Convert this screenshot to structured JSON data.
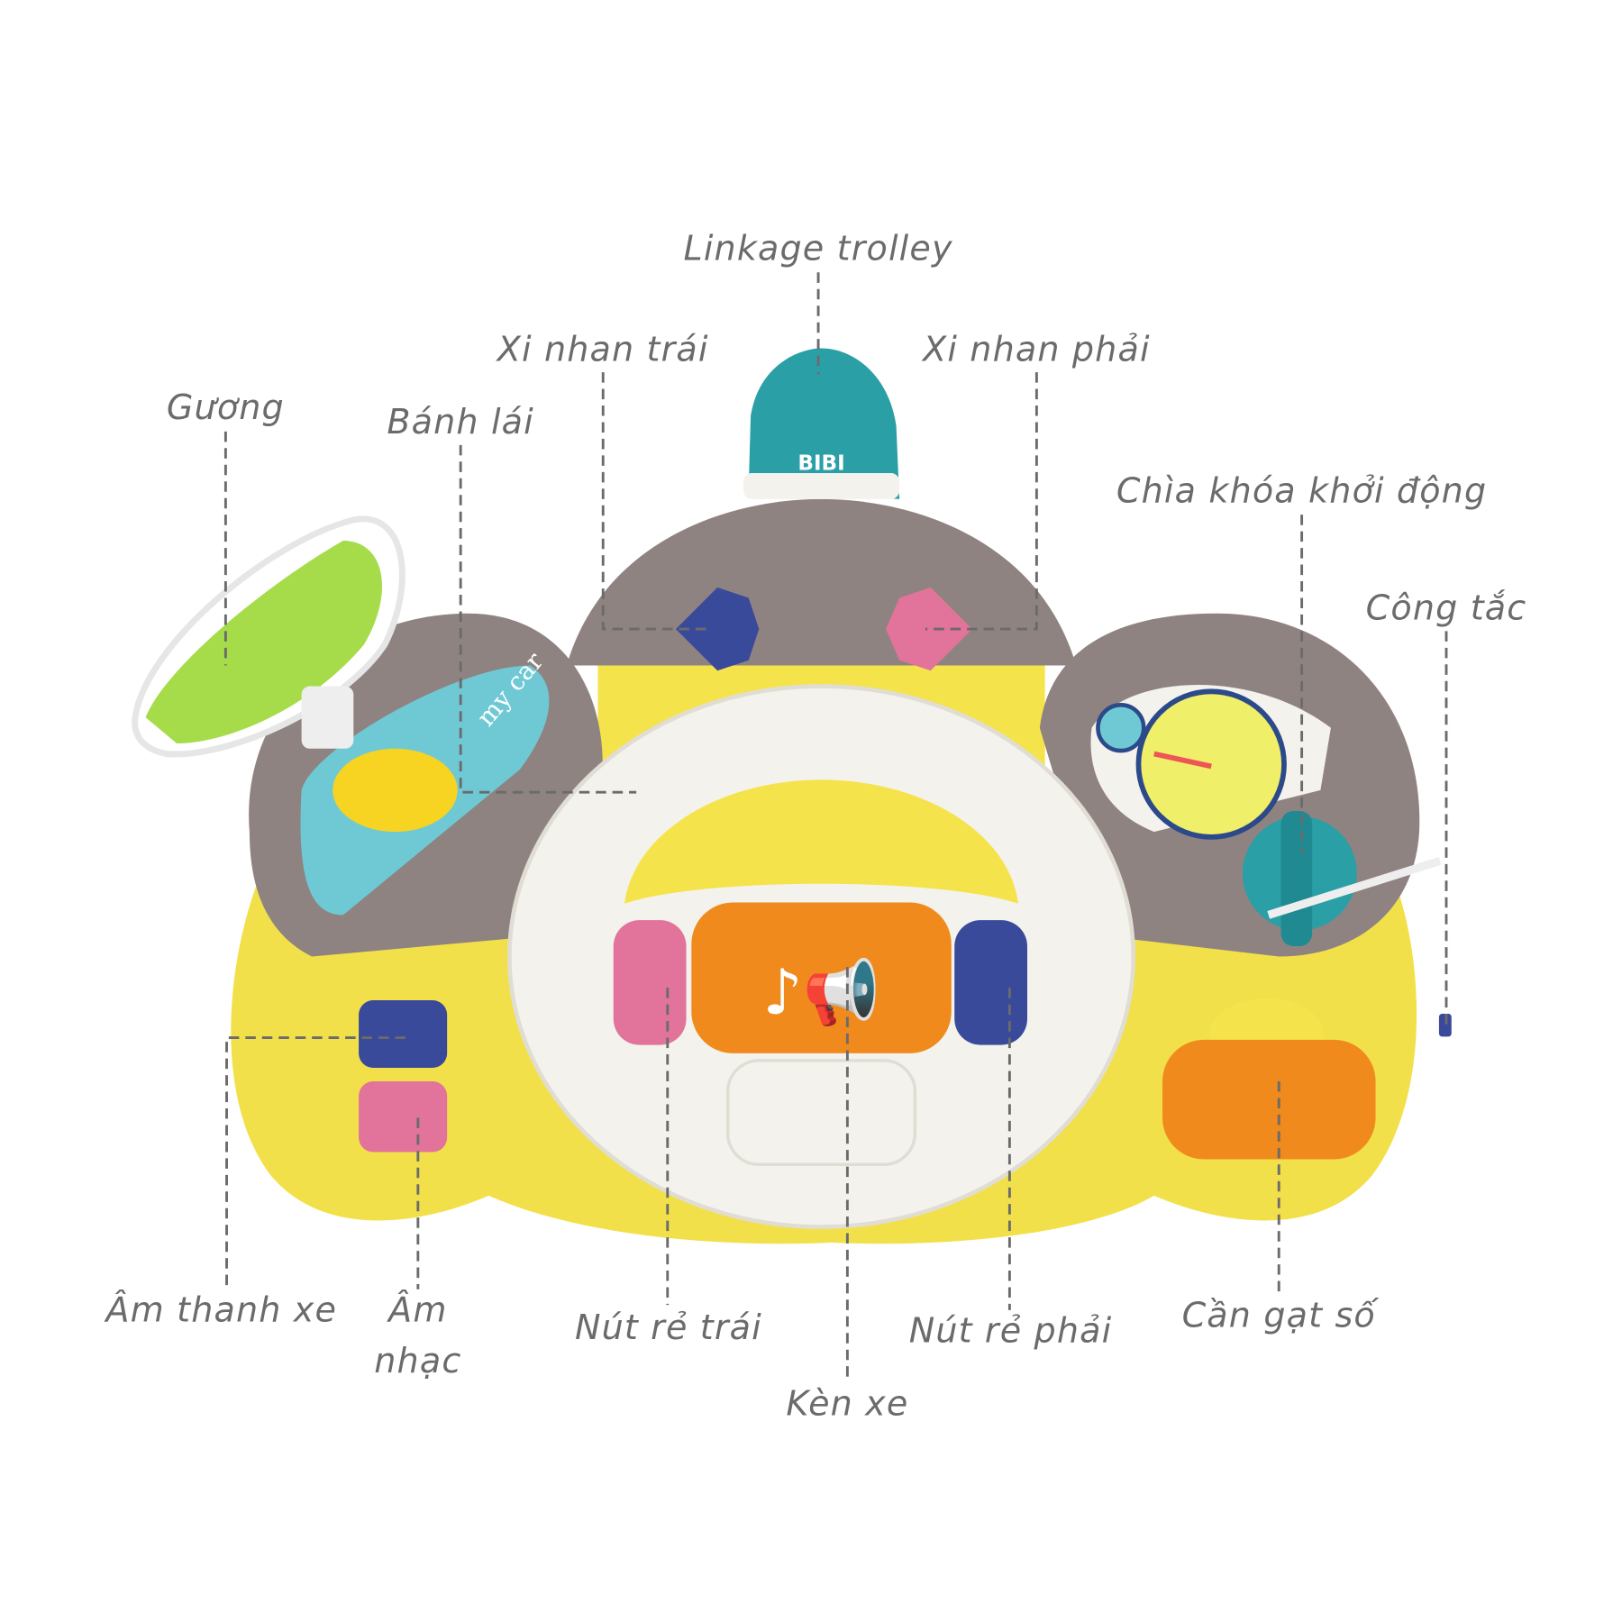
{
  "labels": {
    "linkage_trolley": "Linkage trolley",
    "xi_nhan_trai": "Xi nhan trái",
    "xi_nhan_phai": "Xi nhan phải",
    "guong": "Gương",
    "banh_lai": "Bánh lái",
    "chia_khoa": "Chìa khóa khởi động",
    "cong_tac": "Công tắc",
    "am_thanh_xe": "Âm thanh xe",
    "am_nhac_1": "Âm",
    "am_nhac_2": "nhạc",
    "nut_re_trai": "Nút rẻ trái",
    "ken_xe": "Kèn xe",
    "nut_re_phai": "Nút rẻ phải",
    "can_gat_so": "Cần gạt số"
  },
  "toy": {
    "trolley_text": "BIBI",
    "screen_text": "my car"
  },
  "colors": {
    "yellow": "#f2e04a",
    "gray": "#8f8381",
    "white": "#f4f2ec",
    "orange": "#f08a1c",
    "blue": "#3a4a9a",
    "pink": "#e2739a",
    "teal": "#2a9fa6"
  }
}
